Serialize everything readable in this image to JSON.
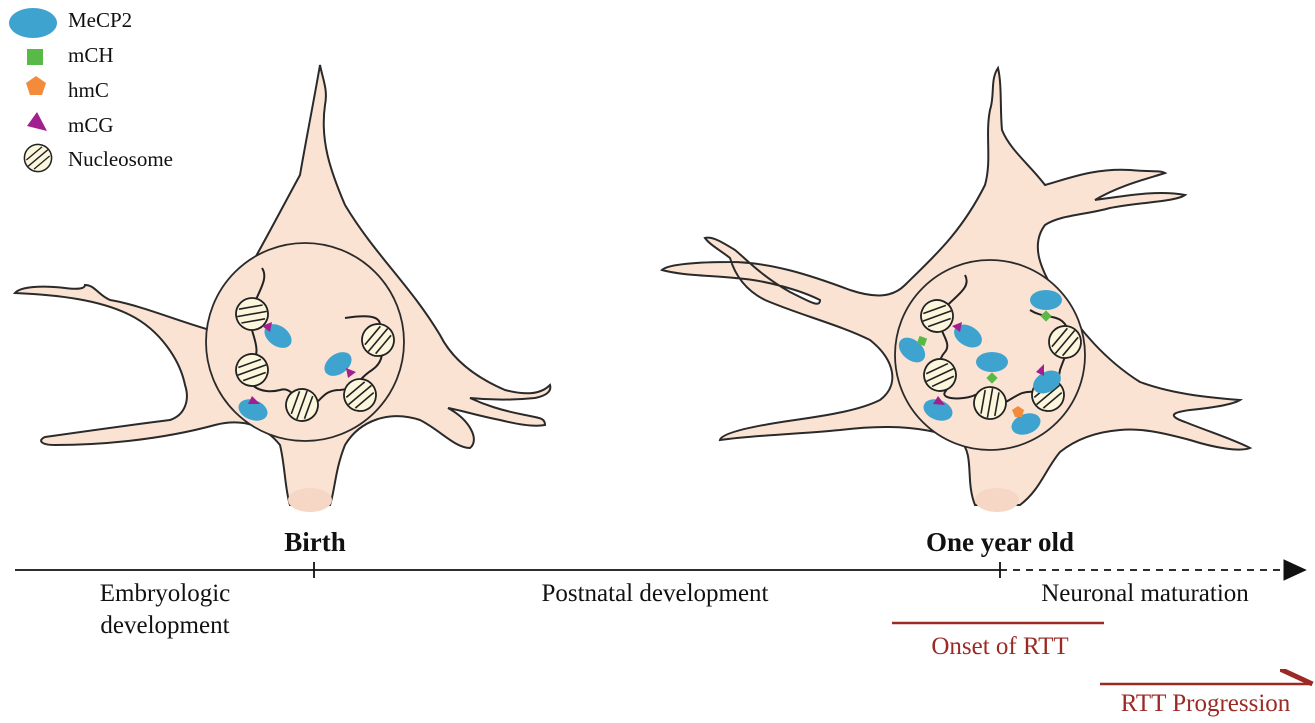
{
  "legend": {
    "items": [
      {
        "label": "MeCP2",
        "icon": "mecp2-ellipse-icon",
        "color": "#3fa3cf"
      },
      {
        "label": "mCH",
        "icon": "green-square-icon",
        "color": "#58b947"
      },
      {
        "label": "hmC",
        "icon": "orange-pentagon-icon",
        "color": "#f28c3c"
      },
      {
        "label": "mCG",
        "icon": "purple-triangle-icon",
        "color": "#a1208f"
      },
      {
        "label": "Nucleosome",
        "icon": "striped-circle-icon",
        "color": "#fbf6dc"
      }
    ]
  },
  "timeline": {
    "milestones": {
      "birth": "Birth",
      "one_year": "One year old"
    },
    "periods": {
      "embryologic_line1": "Embryologic",
      "embryologic_line2": "development",
      "postnatal": "Postnatal development",
      "maturation": "Neuronal maturation"
    },
    "rtt": {
      "onset": "Onset of RTT",
      "progression": "RTT Progression"
    }
  },
  "colors": {
    "cell_fill": "#fbe3d4",
    "cell_stroke": "#2a2a2a",
    "rtt": "#9b2a25",
    "mecp2": "#3fa3cf",
    "mch": "#58b947",
    "hmc": "#f28c3c",
    "mcg": "#a1208f",
    "nucleosome": "#fbf6dc"
  }
}
